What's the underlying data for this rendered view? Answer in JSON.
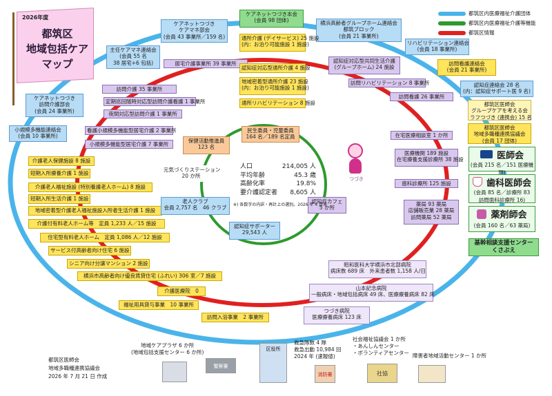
{
  "title": {
    "year": "2026年度",
    "line1": "都筑区",
    "line2": "地域包括ケア",
    "line3": "マップ"
  },
  "legend": [
    {
      "label": "都筑区内医療福祉介護団体",
      "color": "#4ab4ea"
    },
    {
      "label": "都筑区内医療福祉介護等機能",
      "color": "#2e9a2e"
    },
    {
      "label": "都筑区情報",
      "color": "#e02020"
    }
  ],
  "rings": {
    "outer": "#4ab4ea",
    "middle": "#e02020",
    "inner": "#2e9a2e"
  },
  "top": {
    "caremgr": {
      "l1": "ケアネットつづき",
      "l2": "ケアマネ部会",
      "l3": "(会員 43 事業所／159 名)"
    },
    "main": {
      "l1": "ケアネットつづき本会",
      "l2": "(会員 98 団体)"
    },
    "group_home": {
      "l1": "横浜高齢者グループホーム連絡会",
      "l2": "都筑ブロック",
      "l3": "(会員 21 事業所)"
    },
    "shunin": {
      "l1": "主任ケアマネ連絡会",
      "l2": "(会員 55 名",
      "l3": "38 居宅+6 包括)"
    },
    "kyotaku": "居宅介護事業所 39 事業所",
    "tsusho": {
      "l1": "通所介護 (デイサービス) 25 施設",
      "l2": "(内：お泊り可能施設 1 施設)"
    },
    "ninchi_tsusho": "認知症対応型通所介護 4 施設",
    "chiiki_tsusho": {
      "l1": "地域密着型通所介護 23 施設",
      "l2": "(内：お泊り可能施設 1 施設)"
    },
    "tsusho_reha": "通所リハビリテーション 8 施設",
    "ninchi_gh": {
      "l1": "認知症対応型共同生活介護",
      "l2": "(グループホーム) 24 施設"
    },
    "homon_kaigo": "訪問介護 35 事業所",
    "teiki": "定期巡回随時対応型訪問介護看護 1 事業所",
    "yakan": "夜間対応型訪問介護 1 事業所",
    "kango_shokibo": "看護小規模多機能型居宅介護 2 事業所",
    "shokibo": "小規模多機能型居宅介護 7 事業所"
  },
  "right": {
    "reha_renraku": {
      "l1": "リハビリテーション連絡会",
      "l2": "(会員 18 事業所)"
    },
    "homon_kango_renraku": {
      "l1": "訪問看護連絡会",
      "l2": "(会員 21 事業所)"
    },
    "ninchi_renraku": {
      "l1": "認知症連絡会 28 名",
      "l2": "(内：認知症サポート医 9 名)"
    },
    "gh_consider": {
      "l1": "都筑区医師会",
      "l2": "グループケアを考える会",
      "l3": "ラフつづき (連携会) 15 名"
    },
    "chiiki_ishi": {
      "l1": "都筑区医師会",
      "l2": "地域多職種連携協議会",
      "l3": "(会員 17 団体)"
    },
    "ishikai": {
      "name": "医師会",
      "sub": "(会員 215 名／151 医療機関)"
    },
    "shikai": {
      "name": "歯科医師会",
      "sub1": "(会員 85 名／診療所 83",
      "sub2": "訪問歯科診療所 16)"
    },
    "yakuzai": {
      "name": "薬剤師会",
      "sub": "(会員 160 名／63 薬局)"
    },
    "kikan": {
      "l1": "基幹相談支援センター",
      "l2": "くさぶえ"
    },
    "homon_reha": "訪問リハビリテーション 8 事業所",
    "homon_kango": "訪問看護 26 事業所",
    "zaitaku_sodan": "在宅医療相談室 1 か所",
    "iryo_kikan": {
      "l1": "医療機関 189 施設",
      "l2": "在宅療養支援診療所 38 施設"
    },
    "shika_shinryo": "歯科診療所 125 施設",
    "yakkyoku": {
      "l1": "薬局 93 薬局",
      "l2": "店舗販売業 28 薬局",
      "l3": "訪問薬局 52 薬局"
    }
  },
  "left": {
    "homon_nyuyoku_renraku": {
      "l1": "ケアネットつづき",
      "l2": "訪問介護部会",
      "l3": "(会員 24 事業所)"
    },
    "shokibo_renraku": {
      "l1": "小規模多機能連絡会",
      "l2": "(会員 10 事業所)"
    },
    "rokenn": "介護老人保健施設 8 施設",
    "tanki_ryoyo": "短期入所療養介護 1 施設",
    "tokuyo": "介護老人福祉施設 (特別養護老人ホーム) 8 施設",
    "tanki_seikatsu": "短期入所生活介護 1 施設",
    "chiiki_tokuyo": "地域密着型介護老人福祉施設入所者生活介護 1 施設",
    "yuryo": "介護付有料老人ホーム等　定員 1,233 人／15 施設",
    "jutaku_yuryo": "住宅型有料老人ホーム　定員 1,086 人／12 施設",
    "sakoju": "サービス付高齢者向け住宅 6 施設",
    "senior": "シニア向け分譲マンション 2 施設",
    "yuryo_chintai": "横浜市高齢者向け優良賃貸住宅 (ふれい) 306 室／7 施設",
    "kaigo_iin": "介護医療院　0",
    "fukushi_yogu": "福祉用具貸与事業　10 事業所",
    "homon_nyuyoku": "訪問入浴事業　2 事業所"
  },
  "center": {
    "minsei": {
      "l1": "民生委員・児童委員",
      "l2": "164 名／189 名定員"
    },
    "seikatsu": {
      "l1": "保健活動推進員",
      "l2": "123 名"
    },
    "genki": {
      "l1": "元気づくりステーション",
      "l2": "20 か所"
    },
    "roujin": {
      "l1": "老人クラブ",
      "l2": "会員 2,757 名　46 クラブ"
    },
    "supporter": {
      "l1": "認知症サポーター",
      "l2": "29,543 人"
    },
    "cafe": {
      "l1": "認知症カフェ",
      "l2": "5 か所"
    },
    "mascot": "つづき",
    "stats": [
      {
        "k": "人口",
        "v": "214,005 人"
      },
      {
        "k": "平均年齢",
        "v": "45.3 歳"
      },
      {
        "k": "高齢化率",
        "v": "19.8%"
      },
      {
        "k": "要介護認定者",
        "v": "8,605 人"
      }
    ],
    "note": "※) 各数字の内訳・再計上の選別。2026 年 4 月末"
  },
  "bottom": {
    "showa": {
      "l1": "昭和医科大学横浜市北部病院",
      "l2": "病床数 689 床　外来患者数 1,158 人/日"
    },
    "yamamoto": {
      "l1": "山本記念病院",
      "l2": "一般病床・地域包括病床 49 床、医療療養病床 82 床"
    },
    "tsuzuki_hosp": {
      "l1": "つづき病院",
      "l2": "医療療養病床 123 床"
    },
    "chiiki_plaza": {
      "l1": "地域ケアプラザ 6 か所",
      "l2": "(地域包括支援センター 6 か所)"
    },
    "kyukyu": {
      "l1": "救急隊数 4 隊",
      "l2": "救急出動 10,984 回",
      "l3": "2024 年 (速報値)"
    },
    "shakyo": {
      "l1": "社会福祉協議会 1 か所",
      "l2": "・あんしんセンター",
      "l3": "・ボランティアセンター"
    },
    "shogai": "障害者地域活動センター 1 か所",
    "police": "警察署",
    "ward_office": "区役所",
    "fire": "消防署",
    "shakyo_sign": "社協",
    "footer1": "都筑区医師会",
    "footer2": "地域多職種連携協議会",
    "footer3": "2026 年 7 月 21 日 作成"
  }
}
